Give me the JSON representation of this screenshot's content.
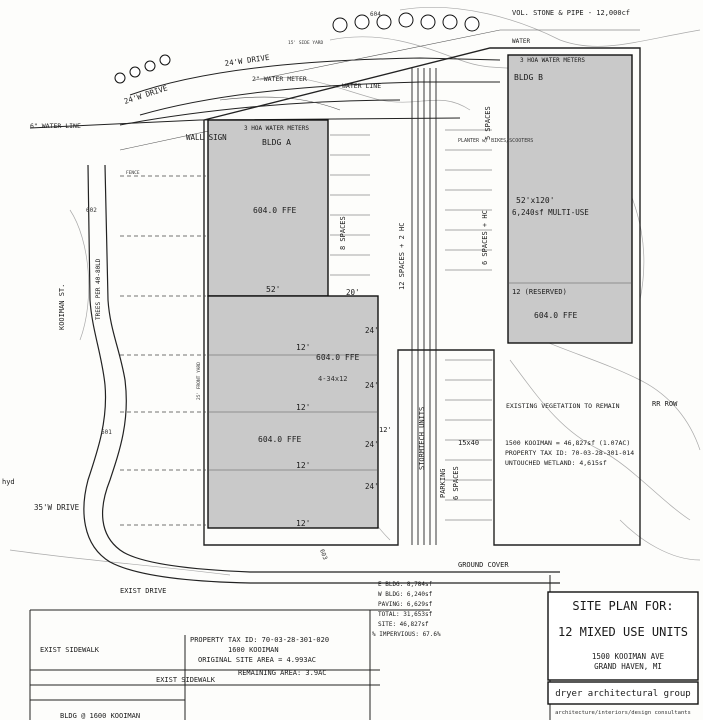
{
  "title_block": {
    "title_line1": "SITE PLAN FOR:",
    "title_line2": "12 MIXED USE UNITS",
    "address_line1": "1500 KOOIMAN AVE",
    "address_line2": "GRAND HAVEN, MI",
    "firm": "dryer architectural group",
    "firm_sub": "architecture/interiors/design consultants"
  },
  "buildings": {
    "a_label": "BLDG A",
    "a_ffe_top": "604.0 FFE",
    "a_ffe_mid": "604.0 FFE",
    "a_ffe_low": "604.0 FFE",
    "a_dim_52": "52'",
    "a_dim_12a": "12'",
    "a_dim_12b": "12'",
    "a_dim_12c": "12'",
    "a_dim_12d": "12'",
    "a_note": "4-34x12",
    "b_label": "BLDG B",
    "b_size": "52'x120'",
    "b_use": "6,240sf MULTI-USE",
    "b_ffe": "604.0 FFE",
    "b_reserved": "12 (RESERVED)",
    "wall_sign": "WALL SIGN"
  },
  "stats": {
    "e_bldg": "E BLDG: 8,784sf",
    "w_bldg": "W BLDG: 6,240sf",
    "paving": "PAVING: 6,629sf",
    "total": "TOTAL: 31,653sf",
    "site": "SITE: 46,827sf",
    "impervious": "% IMPERVIOUS: 67.6%"
  },
  "property_east": {
    "line1": "1500 KOOIMAN = 46,827sf (1.07AC)",
    "line2": "PROPERTY TAX ID: 70-03-28-301-014",
    "line3": "UNTOUCHED WETLAND: 4,615sf",
    "vegetation": "EXISTING VEGETATION TO REMAIN"
  },
  "property_south": {
    "line1": "PROPERTY TAX ID: 70-03-28-301-020",
    "line2": "1600 KOOIMAN",
    "line3": "ORIGINAL SITE AREA = 4.993AC",
    "line4": "REMAINING AREA: 3.9AC"
  },
  "labels": {
    "drive_24w_top": "24'W DRIVE",
    "drive_24w_left": "24'W DRIVE",
    "drive_35w": "35'W DRIVE",
    "water_line": "6\" WATER LINE",
    "water_2in": "2\" WATER METER",
    "water_line_top": "WATER LINE",
    "hoa_meters_left": "3 HOA WATER METERS",
    "hoa_meters_right": "3 HOA WATER METERS",
    "water_right": "WATER",
    "vol_stone": "VOL. STONE & PIPE - 12,000cf",
    "kooiman": "KOOIMAN ST.",
    "trees": "TREES PER 40-80LD",
    "spaces_8": "8 SPACES",
    "spaces_12": "12 SPACES + 2 HC",
    "spaces_5": "5 SPACES",
    "spaces_6hc": "6 SPACES + HC",
    "spaces_6": "6 SPACES",
    "parking": "PARKING",
    "storm": "STORMTECH UNITS",
    "rr_row": "RR ROW",
    "ground_cover": "GROUND COVER",
    "exist_drive": "EXIST DRIVE",
    "exist_sidewalk_1": "EXIST SIDEWALK",
    "exist_sidewalk_2": "EXIST SIDEWALK",
    "bldg_1600": "BLDG @ 1600 KOOIMAN",
    "bike": "PLANTER w/ BIKES/SCOOTERS",
    "dim_15x40": "15x40",
    "dim_20": "20'",
    "dim_24a": "24'",
    "dim_24b": "24'",
    "dim_24c": "24'",
    "dim_24d": "24'",
    "dim_12r": "12'",
    "hyd": "hyd",
    "fence": "FENCE",
    "side_yard": "15' SIDE YARD",
    "front_yard": "25' FRONT YARD",
    "spot_601": "601",
    "spot_602": "602",
    "spot_603": "603",
    "spot_604": "604"
  }
}
